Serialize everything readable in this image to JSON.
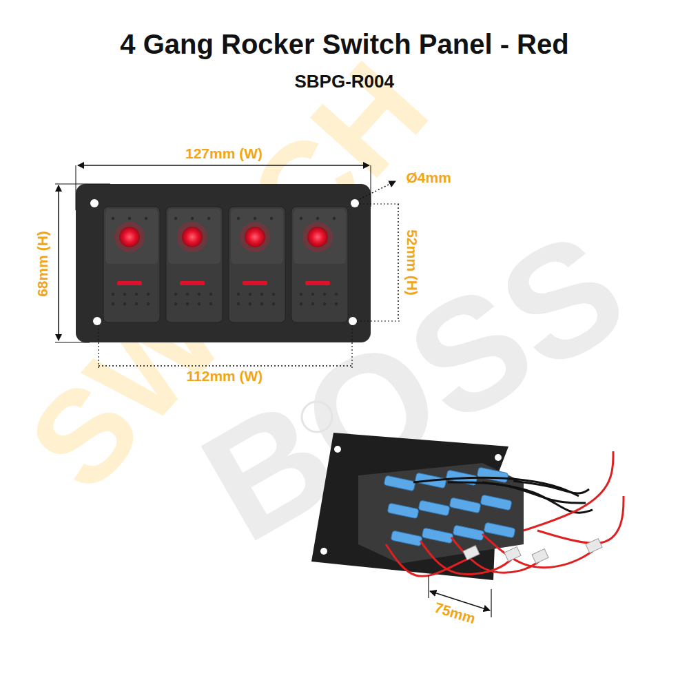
{
  "diagram": {
    "title": "4 Gang Rocker Switch Panel - Red",
    "labels": [
      "SBPG-R004",
      "127mm (W)",
      "Ø4mm",
      "68mm (H)",
      "52mm (H)",
      "112mm (W)",
      "75mm",
      "SWITCH",
      "BOSS"
    ]
  }
}
